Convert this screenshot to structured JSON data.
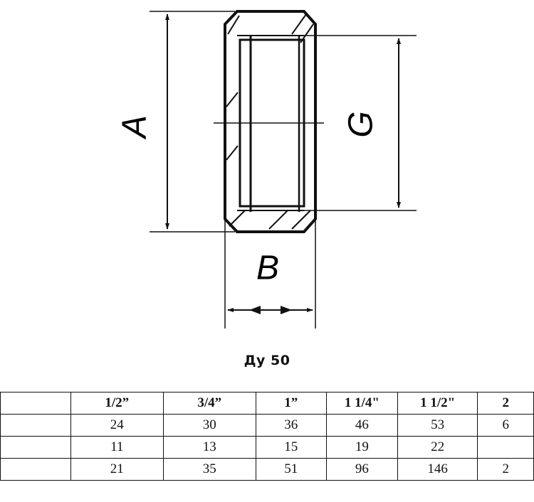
{
  "drawing": {
    "labels": {
      "a": "A",
      "b": "B",
      "g": "G"
    }
  },
  "subtitle": "Ду 50",
  "table": {
    "header": [
      "",
      "1/2”",
      "3/4”",
      "1”",
      "1 1/4\"",
      "1 1/2\"",
      "2"
    ],
    "rows": [
      [
        "",
        "24",
        "30",
        "36",
        "46",
        "53",
        "6"
      ],
      [
        "",
        "11",
        "13",
        "15",
        "19",
        "22",
        ""
      ],
      [
        "",
        "21",
        "35",
        "51",
        "96",
        "146",
        "2"
      ]
    ]
  }
}
